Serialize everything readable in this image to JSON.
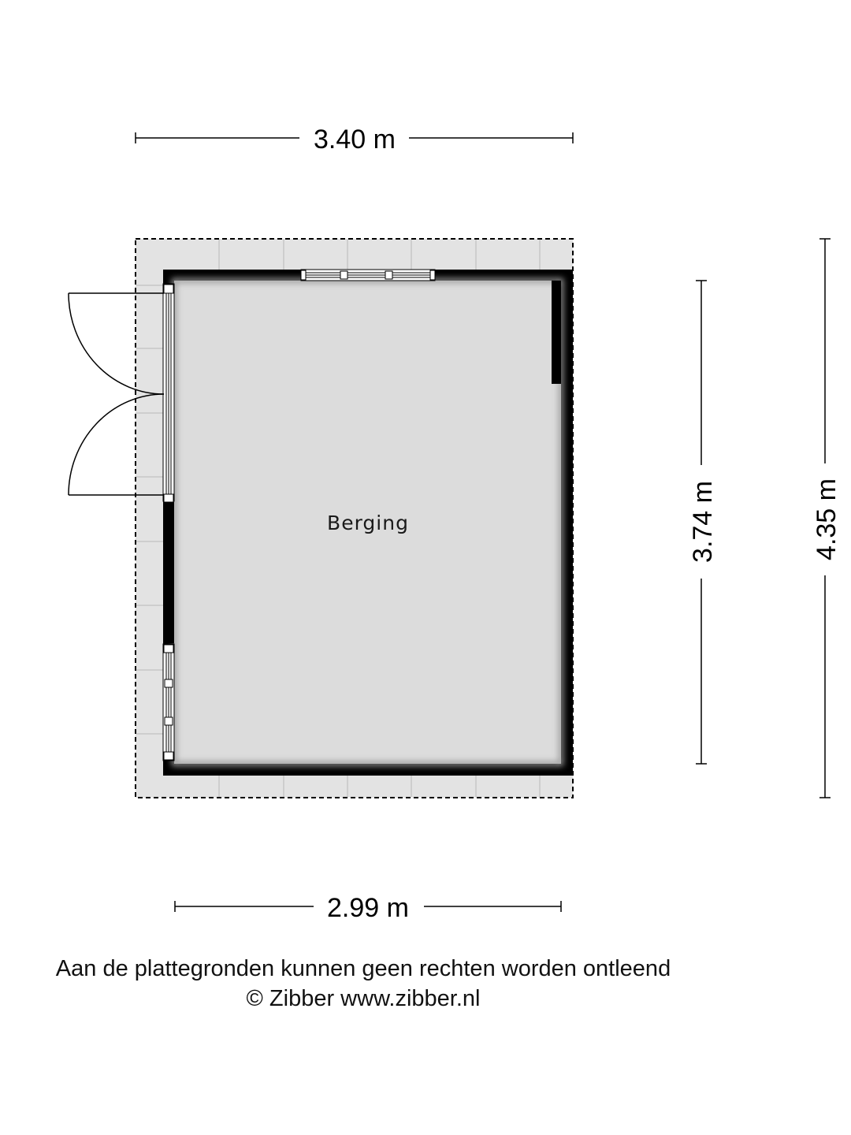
{
  "room": {
    "name": "Berging"
  },
  "dimensions": {
    "outer_width": "3.40 m",
    "inner_width": "2.99 m",
    "inner_height": "3.74 m",
    "outer_height": "4.35 m"
  },
  "footer": {
    "disclaimer": "Aan de plattegronden kunnen geen rechten worden ontleend",
    "copyright": "© Zibber www.zibber.nl"
  },
  "colors": {
    "wall": "#000000",
    "floor": "#dcdcdc",
    "terrace": "#e3e3e3",
    "background": "#ffffff"
  }
}
